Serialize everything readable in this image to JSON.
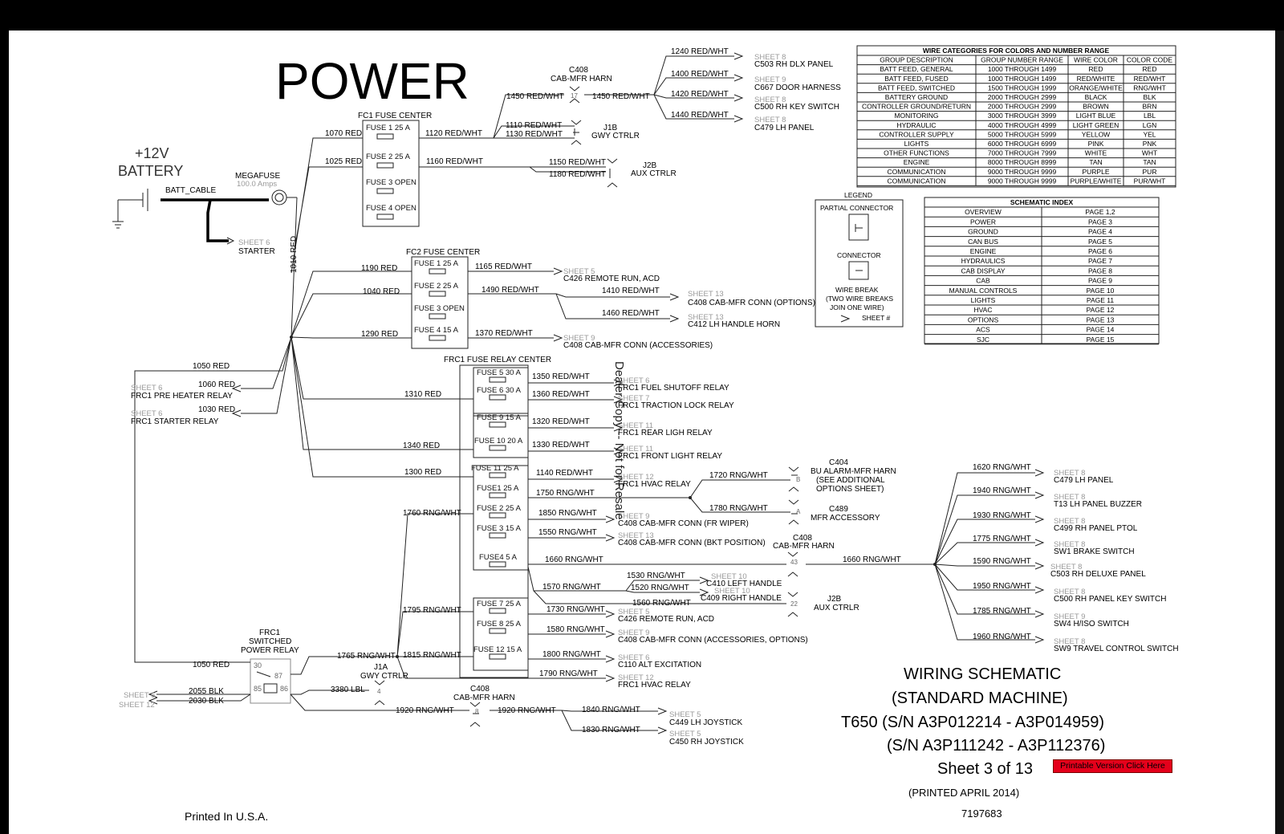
{
  "title": "POWER",
  "battery": {
    "volts": "+12V",
    "label": "BATTERY",
    "cable": "BATT_CABLE"
  },
  "megafuse": {
    "label": "MEGAFUSE",
    "rating": "100.0 Amps"
  },
  "starter": {
    "sheet": "SHEET 6",
    "label": "STARTER"
  },
  "main_feed": "1010 RED",
  "fc1": {
    "title": "FC1 FUSE CENTER",
    "fuses": [
      "FUSE 1   25 A",
      "FUSE 2   25 A",
      "FUSE 3  OPEN",
      "FUSE 4  OPEN"
    ],
    "w_in1": "1070 RED",
    "w_in2": "1025 RED",
    "w_out1": "1120 RED/WHT",
    "w_out2": "1160 RED/WHT",
    "w_1450": "1450 RED/WHT",
    "w_1110": "1110 RED/WHT",
    "w_1130": "1130 RED/WHT",
    "w_1150": "1150 RED/WHT",
    "w_1180": "1180 RED/WHT",
    "w_1450b": "1450 RED/WHT"
  },
  "c408_top": {
    "name": "C408",
    "sub": "CAB-MFR HARN",
    "pin": "17"
  },
  "j1b": {
    "name": "J1B",
    "sub": "GWY CTRLR"
  },
  "j2b_top": {
    "name": "J2B",
    "sub": "AUX CTRLR"
  },
  "top_right": [
    {
      "wire": "1240 RED/WHT",
      "sheet": "SHEET 8",
      "dest": "C503 RH DLX PANEL"
    },
    {
      "wire": "1400 RED/WHT",
      "sheet": "SHEET 9",
      "dest": "C667 DOOR HARNESS"
    },
    {
      "wire": "1420 RED/WHT",
      "sheet": "SHEET 8",
      "dest": "C500 RH KEY SWITCH"
    },
    {
      "wire": "1440 RED/WHT",
      "sheet": "SHEET 8",
      "dest": "C479 LH PANEL"
    }
  ],
  "fc2": {
    "title": "FC2 FUSE CENTER",
    "fuses": [
      "FUSE 1   25 A",
      "FUSE 2   25 A",
      "FUSE 3  OPEN",
      "FUSE 4   15 A"
    ],
    "w_in": [
      "1190 RED",
      "1040 RED",
      "1290 RED"
    ],
    "w_out": [
      "1165 RED/WHT",
      "1490 RED/WHT",
      "1370 RED/WHT"
    ],
    "w_1410": "1410 RED/WHT",
    "w_1460": "1460 RED/WHT"
  },
  "fc2_dest": [
    {
      "sheet": "SHEET 5",
      "dest": "C426 REMOTE RUN, ACD"
    },
    {
      "sheet": "SHEET 13",
      "dest": "C408 CAB-MFR CONN (OPTIONS)"
    },
    {
      "sheet": "SHEET 13",
      "dest": "C412 LH HANDLE HORN"
    },
    {
      "sheet": "SHEET 9",
      "dest": "C408 CAB-MFR CONN (ACCESSORIES)"
    }
  ],
  "left_relays": {
    "w_1050": "1050 RED",
    "w_1060": "1060 RED",
    "w_1030": "1030 RED",
    "r1_sheet": "SHEET 6",
    "r1": "FRC1 PRE HEATER RELAY",
    "r2_sheet": "SHEET 6",
    "r2": "FRC1 STARTER RELAY"
  },
  "frc1": {
    "title": "FRC1 FUSE RELAY CENTER",
    "fuses": [
      "FUSE 5  30 A",
      "FUSE 6  30 A",
      "FUSE 9  15 A",
      "FUSE 10  20 A",
      "FUSE 11  25 A",
      "FUSE1  25 A",
      "FUSE 2  25 A",
      "FUSE 3  15 A",
      "FUSE4  5 A",
      "FUSE 7  25 A",
      "FUSE 8  25 A",
      "FUSE 12  15 A"
    ],
    "w_in": [
      "1310 RED",
      "1340 RED",
      "1300 RED",
      "1760 RNG/WHT",
      "1795 RNG/WHT",
      "1815 RNG/WHT"
    ]
  },
  "frc1_out": [
    {
      "wire": "1350 RED/WHT",
      "sheet": "SHEET 6",
      "dest": "FRC1 FUEL SHUTOFF RELAY"
    },
    {
      "wire": "1360 RED/WHT",
      "sheet": "SHEET 7",
      "dest": "FRC1 TRACTION LOCK RELAY"
    },
    {
      "wire": "1320 RED/WHT",
      "sheet": "SHEET 11",
      "dest": "FRC1 REAR LIGH RELAY"
    },
    {
      "wire": "1330 RED/WHT",
      "sheet": "SHEET 11",
      "dest": "FRC1 FRONT LIGHT RELAY"
    },
    {
      "wire": "1140 RED/WHT",
      "sheet": "SHEET 12",
      "dest": "FRC1 HVAC RELAY"
    },
    {
      "wire": "1850 RNG/WHT",
      "sheet": "SHEET 9",
      "dest": "C408 CAB-MFR CONN (FR WIPER)"
    },
    {
      "wire": "1550 RNG/WHT",
      "sheet": "SHEET 13",
      "dest": "C408 CAB-MFR CONN (BKT POSITION)"
    },
    {
      "wire": "1730 RNG/WHT",
      "sheet": "SHEET 5",
      "dest": "C426 REMOTE RUN, ACD"
    },
    {
      "wire": "1580 RNG/WHT",
      "sheet": "SHEET 9",
      "dest": "C408 CAB-MFR CONN (ACCESSORIES, OPTIONS)"
    },
    {
      "wire": "1800 RNG/WHT",
      "sheet": "SHEET 6",
      "dest": "C110 ALT EXCITATION"
    },
    {
      "wire": "1790 RNG/WHT",
      "sheet": "SHEET 12",
      "dest": "FRC1 HVAC RELAY"
    }
  ],
  "mid": {
    "w_1750": "1750 RNG/WHT",
    "w_1720": "1720 RNG/WHT",
    "w_1780": "1780 RNG/WHT",
    "w_1660": "1660 RNG/WHT",
    "w_1660b": "1660 RNG/WHT",
    "w_1570": "1570 RNG/WHT",
    "w_1530": "1530 RNG/WHT",
    "w_1520": "1520 RNG/WHT",
    "w_1560": "1560 RNG/WHT",
    "c404": "C404",
    "c404_sub": "BU ALARM-MFR HARN",
    "c404_note1": "(SEE ADDITIONAL",
    "c404_note2": "OPTIONS SHEET)",
    "c404_pin": "B",
    "c489": "C489",
    "c489_sub": "MFR ACCESSORY",
    "c489_pin": "A",
    "c408": "C408",
    "c408_sub": "CAB-MFR HARN",
    "c408_pin": "43",
    "j2b": "J2B",
    "j2b_sub": "AUX CTRLR",
    "j2b_pin": "22",
    "h1_sheet": "SHEET 10",
    "h1": "C410 LEFT HANDLE",
    "h2_sheet": "SHEET 10",
    "h2": "C409 RIGHT HANDLE"
  },
  "right_fan": [
    {
      "wire": "1620 RNG/WHT",
      "sheet": "SHEET 8",
      "dest": "C479 LH PANEL"
    },
    {
      "wire": "1940 RNG/WHT",
      "sheet": "SHEET 8",
      "dest": "T13 LH PANEL BUZZER"
    },
    {
      "wire": "1930 RNG/WHT",
      "sheet": "SHEET 8",
      "dest": "C499 RH PANEL PTOL"
    },
    {
      "wire": "1775 RNG/WHT",
      "sheet": "SHEET 8",
      "dest": "SW1 BRAKE SWITCH"
    },
    {
      "wire": "1590 RNG/WHT",
      "sheet": "SHEET 8",
      "dest": "C503 RH DELUXE PANEL"
    },
    {
      "wire": "1950 RNG/WHT",
      "sheet": "SHEET 8",
      "dest": "C500 RH PANEL KEY SWITCH"
    },
    {
      "wire": "1785 RNG/WHT",
      "sheet": "SHEET 9",
      "dest": "SW4 H/ISO SWITCH"
    },
    {
      "wire": "1960 RNG/WHT",
      "sheet": "SHEET 8",
      "dest": "SW9 TRAVEL CONTROL SWITCH"
    }
  ],
  "bottom": {
    "relay_title1": "FRC1",
    "relay_title2": "SWITCHED",
    "relay_title3": "POWER RELAY",
    "w_1050": "1050 RED",
    "p30": "30",
    "p87": "87",
    "p85": "85",
    "p86": "86",
    "w_2055": "2055 BLK",
    "w_2030": "2030 BLK",
    "s1": "SHEET 6",
    "s2": "SHEET 12",
    "w_3380": "3380 LBL",
    "w_1765": "1765 RNG/WHT",
    "j1a": "J1A",
    "j1a_sub": "GWY CTRLR",
    "j1a_pin": "4",
    "w_1920": "1920 RNG/WHT",
    "w_1920b": "1920 RNG/WHT",
    "c408": "C408",
    "c408_sub": "CAB-MFR HARN",
    "c408_pin": "8",
    "w_1840": "1840 RNG/WHT",
    "w_1830": "1830 RNG/WHT",
    "j_sheet1": "SHEET 5",
    "j1": "C449 LH JOYSTICK",
    "j_sheet2": "SHEET 5",
    "j2": "C450 RH JOYSTICK"
  },
  "watermark": "Dealer Copy -- Not for Resale",
  "wire_table": {
    "title": "WIRE CATEGORIES FOR COLORS AND NUMBER RANGE",
    "headers": [
      "GROUP DESCRIPTION",
      "GROUP NUMBER RANGE",
      "WIRE COLOR",
      "COLOR CODE"
    ],
    "rows": [
      [
        "BATT FEED, GENERAL",
        "1000 THROUGH 1499",
        "RED",
        "RED"
      ],
      [
        "BATT FEED, FUSED",
        "1000 THROUGH 1499",
        "RED/WHITE",
        "RED/WHT"
      ],
      [
        "BATT FEED, SWITCHED",
        "1500 THROUGH 1999",
        "ORANGE/WHITE",
        "RNG/WHT"
      ],
      [
        "BATTERY GROUND",
        "2000 THROUGH 2999",
        "BLACK",
        "BLK"
      ],
      [
        "CONTROLLER GROUND/RETURN",
        "2000 THROUGH 2999",
        "BROWN",
        "BRN"
      ],
      [
        "MONITORING",
        "3000 THROUGH 3999",
        "LIGHT BLUE",
        "LBL"
      ],
      [
        "HYDRAULIC",
        "4000 THROUGH 4999",
        "LIGHT GREEN",
        "LGN"
      ],
      [
        "CONTROLLER SUPPLY",
        "5000 THROUGH 5999",
        "YELLOW",
        "YEL"
      ],
      [
        "LIGHTS",
        "6000 THROUGH 6999",
        "PINK",
        "PNK"
      ],
      [
        "OTHER FUNCTIONS",
        "7000 THROUGH 7999",
        "WHITE",
        "WHT"
      ],
      [
        "ENGINE",
        "8000 THROUGH 8999",
        "TAN",
        "TAN"
      ],
      [
        "COMMUNICATION",
        "9000 THROUGH 9999",
        "PURPLE",
        "PUR"
      ],
      [
        "COMMUNICATION",
        "9000 THROUGH 9999",
        "PURPLE/WHITE",
        "PUR/WHT"
      ]
    ]
  },
  "legend": {
    "title": "LEGEND",
    "partial": "PARTIAL CONNECTOR",
    "connector": "CONNECTOR",
    "wb1": "WIRE BREAK",
    "wb2": "(TWO WIRE BREAKS",
    "wb3": "JOIN ONE WIRE)",
    "sheet": "SHEET #"
  },
  "schematic_index": {
    "title": "SCHEMATIC INDEX",
    "rows": [
      [
        "OVERVIEW",
        "PAGE 1,2"
      ],
      [
        "POWER",
        "PAGE 3"
      ],
      [
        "GROUND",
        "PAGE 4"
      ],
      [
        "CAN BUS",
        "PAGE 5"
      ],
      [
        "ENGINE",
        "PAGE 6"
      ],
      [
        "HYDRAULICS",
        "PAGE 7"
      ],
      [
        "CAB DISPLAY",
        "PAGE 8"
      ],
      [
        "CAB",
        "PAGE 9"
      ],
      [
        "MANUAL CONTROLS",
        "PAGE 10"
      ],
      [
        "LIGHTS",
        "PAGE 11"
      ],
      [
        "HVAC",
        "PAGE 12"
      ],
      [
        "OPTIONS",
        "PAGE 13"
      ],
      [
        "ACS",
        "PAGE 14"
      ],
      [
        "SJC",
        "PAGE 15"
      ]
    ]
  },
  "title_block": {
    "l1": "WIRING SCHEMATIC",
    "l2": "(STANDARD MACHINE)",
    "l3": "T650 (S/N A3P012214 - A3P014959)",
    "l4": "(S/N A3P111242 - A3P112376)",
    "l5": "Sheet 3 of 13",
    "printed": "(PRINTED APRIL 2014)",
    "part": "7197683"
  },
  "printable_btn": "Printable Version Click Here",
  "footer": "Printed In U.S.A."
}
